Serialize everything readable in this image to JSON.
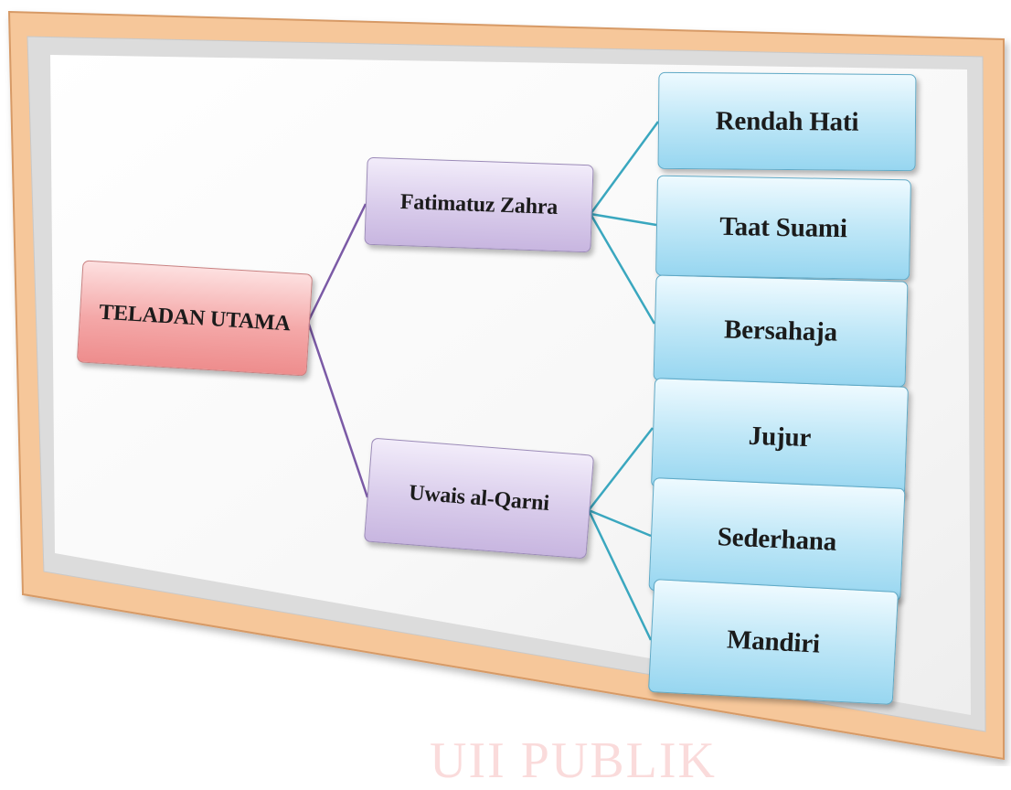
{
  "diagram": {
    "root": {
      "label": "TELADAN UTAMA"
    },
    "branches": [
      {
        "label": "Fatimatuz Zahra",
        "children": [
          {
            "label": "Rendah Hati"
          },
          {
            "label": "Taat Suami"
          },
          {
            "label": "Bersahaja"
          }
        ]
      },
      {
        "label": "Uwais al-Qarni",
        "children": [
          {
            "label": "Jujur"
          },
          {
            "label": "Sederhana"
          },
          {
            "label": "Mandiri"
          }
        ]
      }
    ],
    "colors": {
      "frame": "#f6c79a",
      "root_fill": "#f4a8a8",
      "branch_fill": "#d9cceb",
      "leaf_fill": "#bfe7f7",
      "root_connector": "#7b5aa6",
      "leaf_connector": "#3aa7bf"
    }
  },
  "watermark": {
    "text": "UII PUBLIK"
  }
}
